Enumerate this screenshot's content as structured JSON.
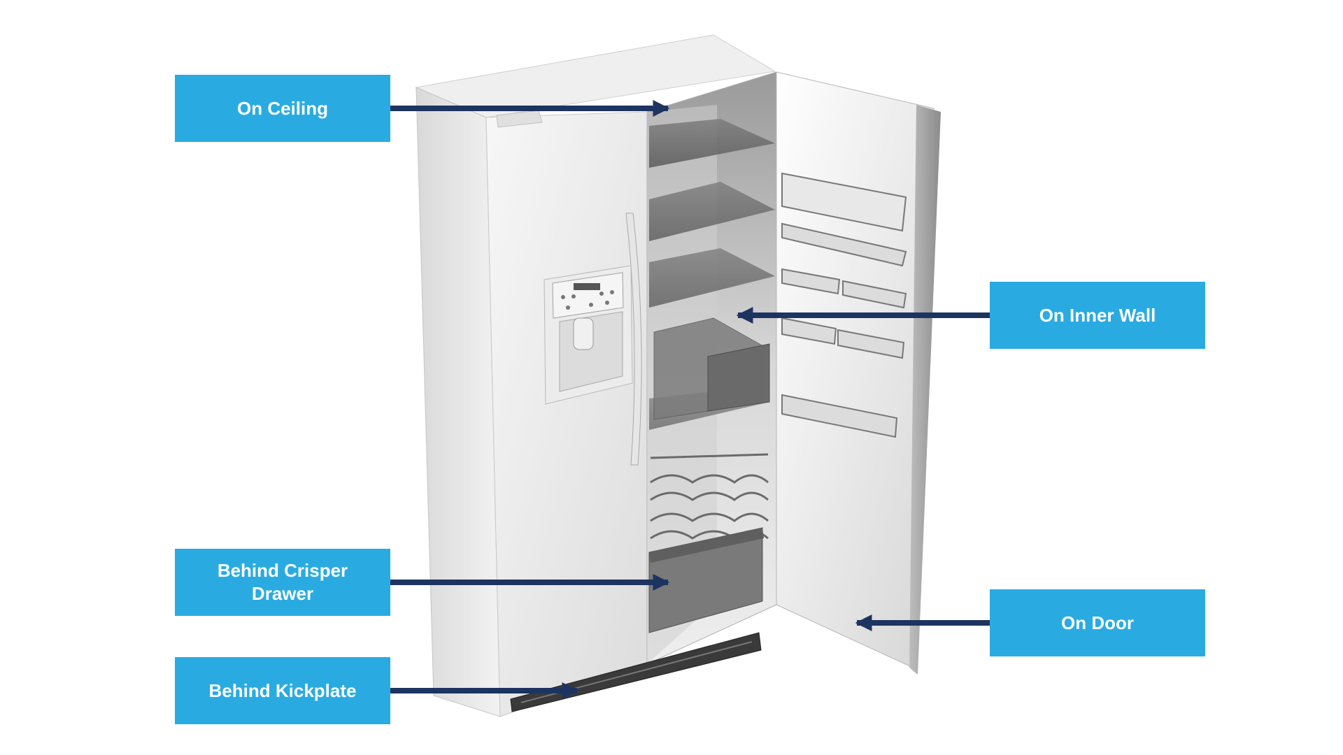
{
  "labels": {
    "ceiling": "On Ceiling",
    "inner_wall": "On Inner Wall",
    "crisper": "Behind Crisper Drawer",
    "door": "On Door",
    "kickplate": "Behind Kickplate"
  },
  "colors": {
    "label_bg": "#29abe2",
    "label_text": "#ffffff",
    "arrow": "#1d3461"
  },
  "icons": [
    "refrigerator-illustration",
    "arrow-icon"
  ]
}
